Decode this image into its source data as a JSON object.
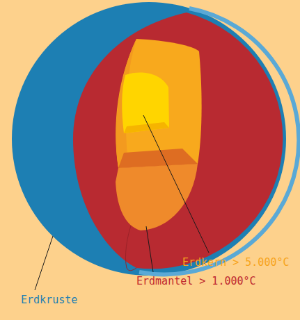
{
  "diagram": {
    "labels": [
      "Erdkern > 5.000°C",
      "Erdmantel > 1.000°C",
      "Erdkruste"
    ]
  }
}
